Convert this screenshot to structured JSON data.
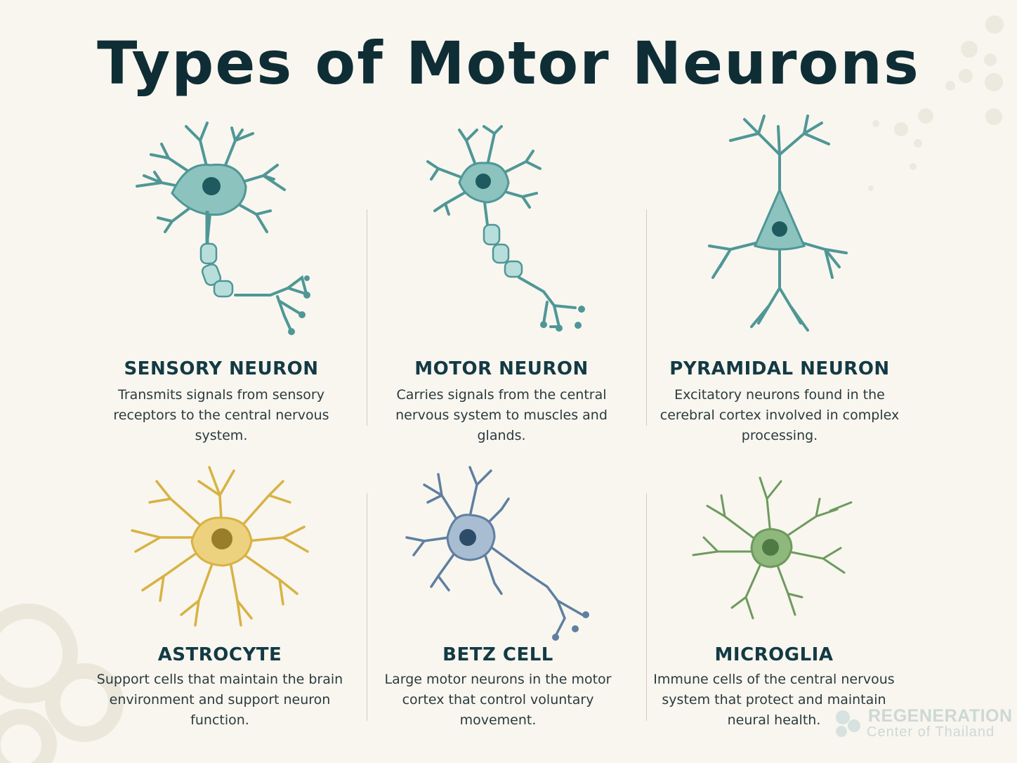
{
  "title": "Types of Motor Neurons",
  "colors": {
    "background": "#f8f6ef",
    "teal": "#4f9796",
    "teal_light": "#8cc3bf",
    "gold": "#d8b243",
    "blue": "#5f7fa0",
    "green": "#6d9a5d"
  },
  "cells": [
    {
      "name": "SENSORY NEURON",
      "description": "Transmits signals from sensory receptors to the central nervous system.",
      "icon": "sensory-neuron-icon"
    },
    {
      "name": "MOTOR NEURON",
      "description": "Carries signals from the central nervous system to muscles and glands.",
      "icon": "motor-neuron-icon"
    },
    {
      "name": "PYRAMIDAL NEURON",
      "description": "Excitatory neurons found in the cerebral cortex involved in complex processing.",
      "icon": "pyramidal-neuron-icon"
    },
    {
      "name": "ASTROCYTE",
      "description": "Support cells that maintain the brain environment and support neuron function.",
      "icon": "astrocyte-icon"
    },
    {
      "name": "BETZ CELL",
      "description": "Large motor neurons in the motor cortex that control voluntary movement.",
      "icon": "betz-cell-icon"
    },
    {
      "name": "MICROGLIA",
      "description": "Immune cells of the central nervous system that protect and maintain neural health.",
      "icon": "microglia-icon"
    }
  ],
  "brand": {
    "line1": "REGENERATION",
    "line2": "Center of Thailand"
  }
}
